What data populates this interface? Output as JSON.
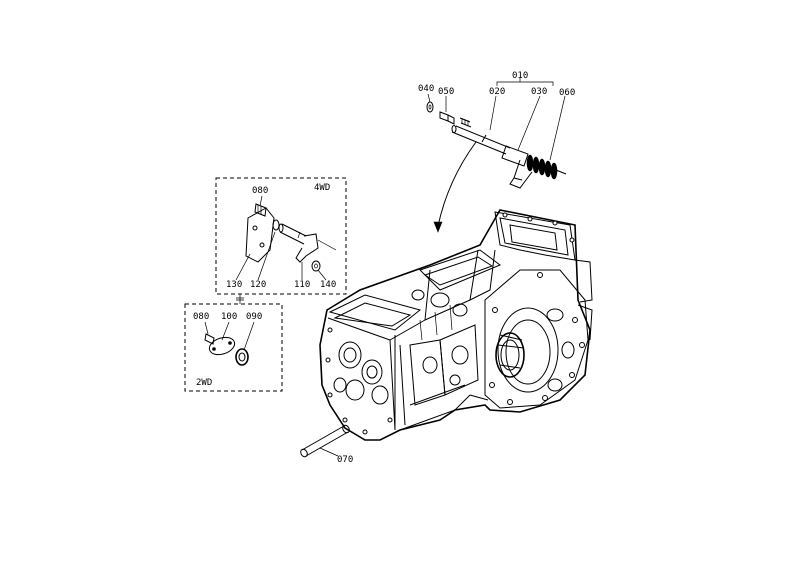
{
  "diagram": {
    "callouts": {
      "c010": "010",
      "c020": "020",
      "c030": "030",
      "c040": "040",
      "c050": "050",
      "c060": "060",
      "c070": "070",
      "c080a": "080",
      "c080b": "080",
      "c090": "090",
      "c100": "100",
      "c110": "110",
      "c120": "120",
      "c130": "130",
      "c140": "140"
    },
    "boxes": {
      "fourwd": "4WD",
      "twowd": "2WD"
    }
  }
}
